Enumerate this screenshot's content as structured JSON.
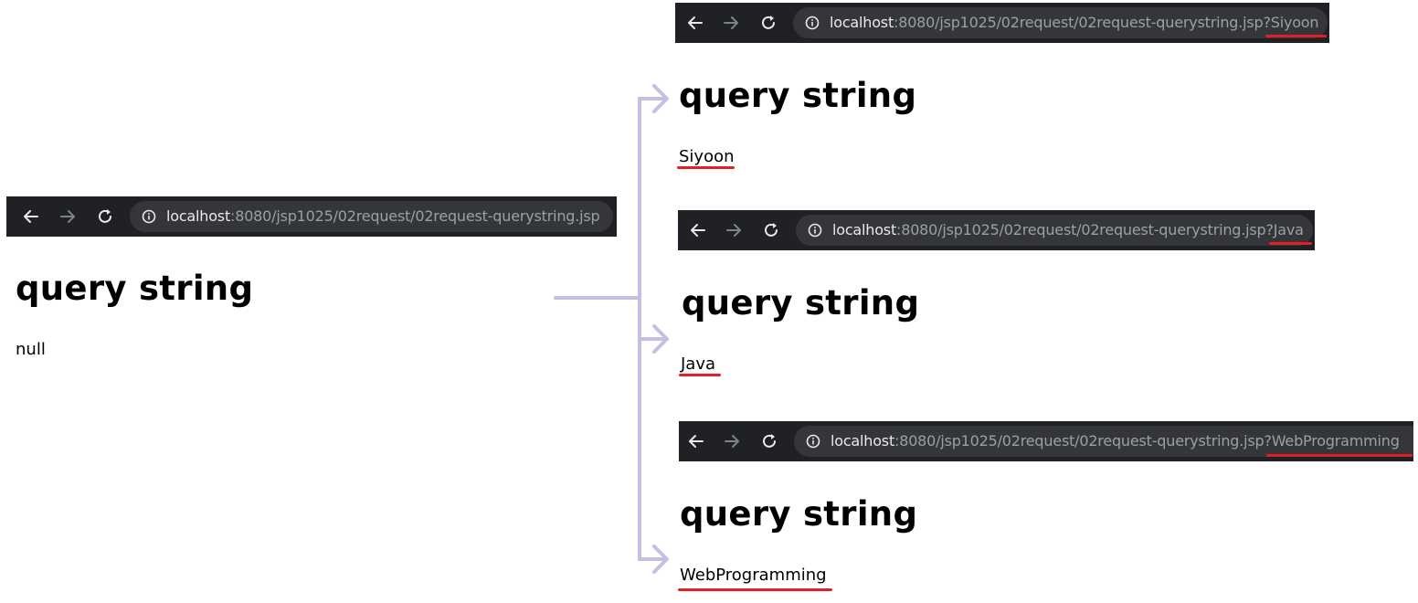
{
  "panels": [
    {
      "url_host": "localhost",
      "url_path": ":8080/jsp1025/02request/02request-querystring.jsp",
      "url_query": "",
      "heading": "query string",
      "value": "null"
    },
    {
      "url_host": "localhost",
      "url_path": ":8080/jsp1025/02request/02request-querystring.jsp",
      "url_query": "?Siyoon",
      "heading": "query string",
      "value": "Siyoon"
    },
    {
      "url_host": "localhost",
      "url_path": ":8080/jsp1025/02request/02request-querystring.jsp",
      "url_query": "?Java",
      "heading": "query string",
      "value": "Java"
    },
    {
      "url_host": "localhost",
      "url_path": ":8080/jsp1025/02request/02request-querystring.jsp",
      "url_query": "?WebProgramming",
      "heading": "query string",
      "value": "WebProgramming"
    }
  ],
  "icons": {
    "back": "back-arrow-icon",
    "forward": "forward-arrow-icon",
    "reload": "reload-icon",
    "info": "info-icon"
  },
  "colors": {
    "browser_bar": "#202124",
    "omnibox": "#35363a",
    "url_host": "#e8eaed",
    "url_rest": "#9aa0a6",
    "annotation_underline": "#e21f26",
    "connector_arrow": "#c5c0e3"
  }
}
